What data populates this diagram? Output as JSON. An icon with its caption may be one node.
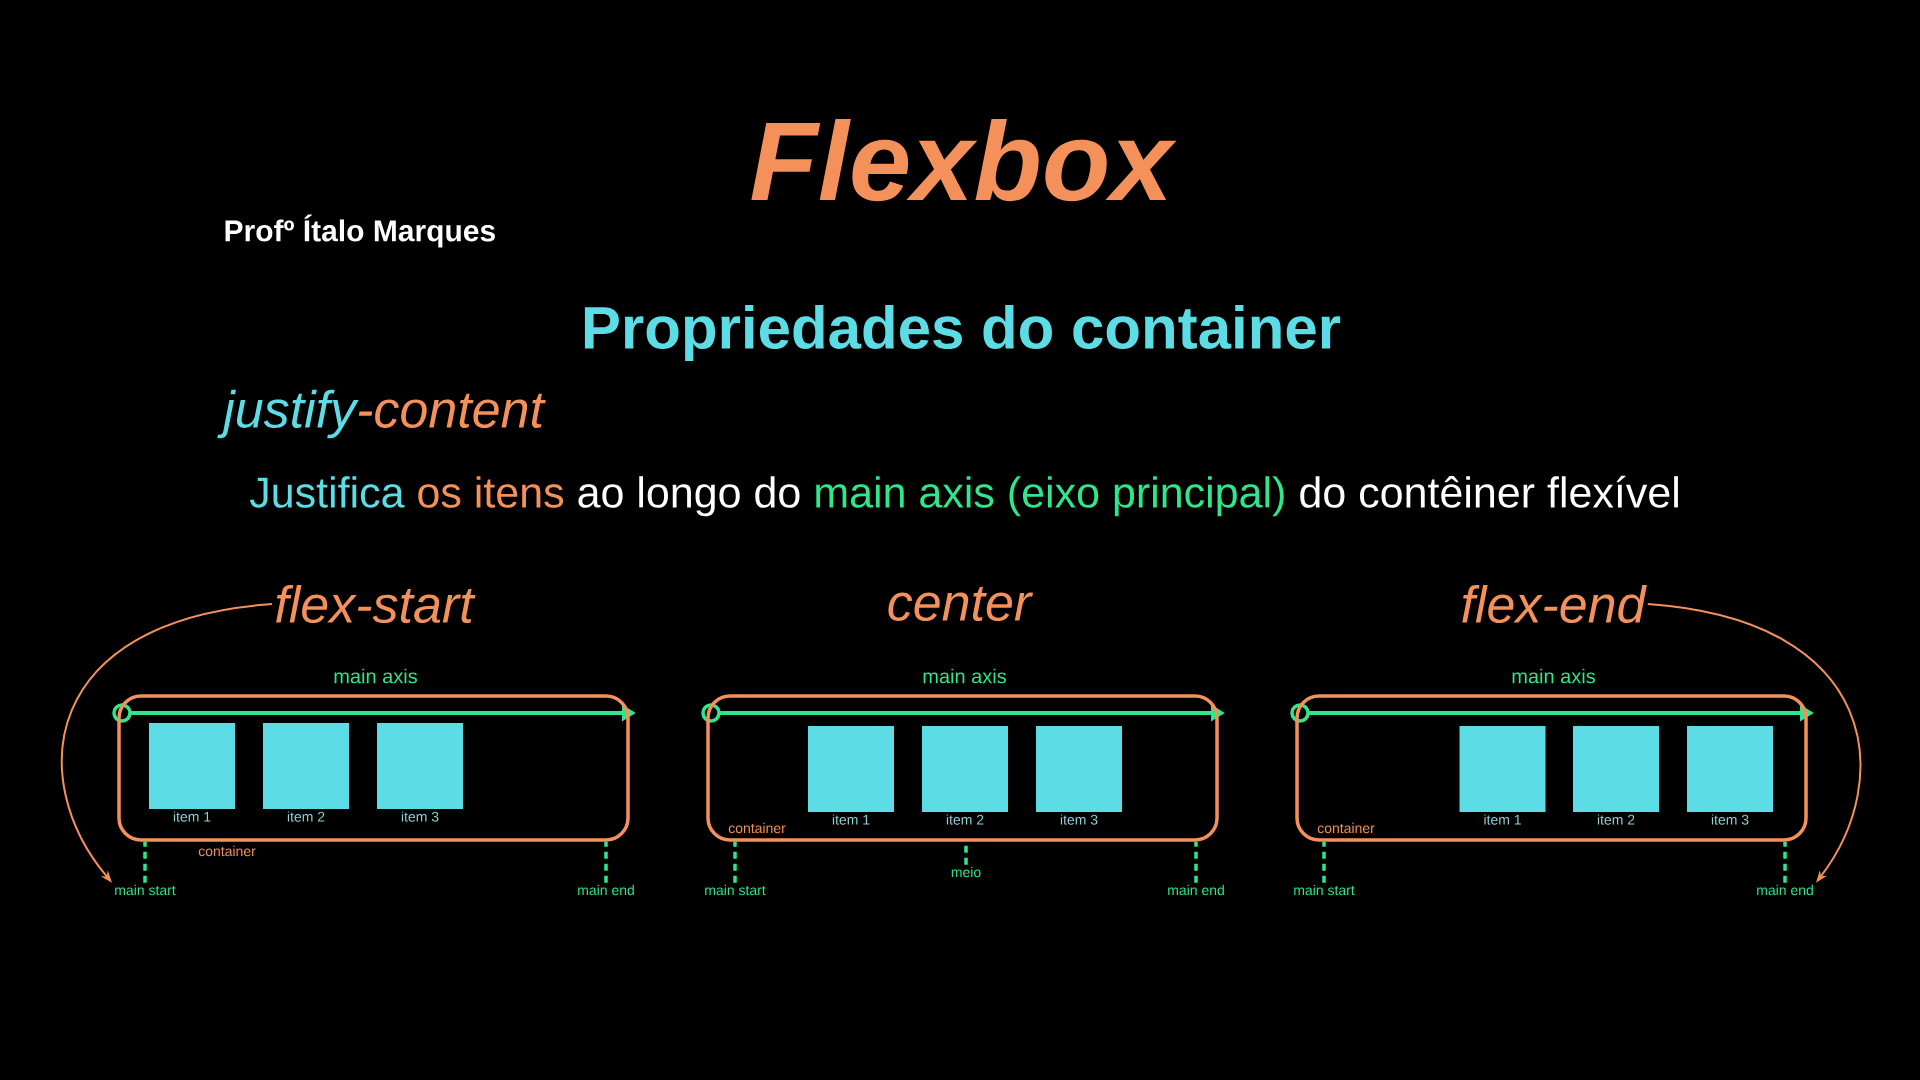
{
  "diagram": {
    "title": "Flexbox",
    "nodes": [
      {
        "text": [
          "flex-start"
        ]
      },
      {
        "text": [
          "container"
        ]
      },
      {
        "text": [
          "item 1"
        ],
        "in": 1
      },
      {
        "text": [
          "item 2"
        ],
        "in": 1
      },
      {
        "text": [
          "item 3"
        ],
        "in": 1
      },
      {
        "text": [
          "main start"
        ]
      },
      {
        "text": [
          "main end"
        ]
      },
      {
        "text": [
          "container"
        ]
      },
      {
        "text": [
          "item 1"
        ],
        "in": 7
      },
      {
        "text": [
          "item 2"
        ],
        "in": 7
      },
      {
        "text": [
          "item 3"
        ],
        "in": 7
      },
      {
        "text": [
          "main start"
        ]
      },
      {
        "text": [
          "meio"
        ]
      },
      {
        "text": [
          "main end"
        ]
      },
      {
        "text": [
          "flex-end"
        ]
      },
      {
        "text": [
          "container"
        ]
      },
      {
        "text": [
          "item 1"
        ],
        "in": 15
      },
      {
        "text": [
          "item 2"
        ],
        "in": 15
      },
      {
        "text": [
          "item 3"
        ],
        "in": 15
      },
      {
        "text": [
          "main start"
        ]
      },
      {
        "text": [
          "main end"
        ]
      }
    ],
    "edges": [
      {
        "from": 0,
        "to": 5,
        "arrow": "to",
        "color": "#f4915b"
      },
      {
        "from": 5,
        "to": 1,
        "arrow": "none",
        "style": "dashed"
      },
      {
        "from": 6,
        "to": 1,
        "arrow": "none",
        "style": "dashed"
      },
      {
        "from": 11,
        "to": 7,
        "arrow": "none",
        "style": "dashed"
      },
      {
        "from": 12,
        "to": 7,
        "arrow": "none",
        "style": "dashed"
      },
      {
        "from": 13,
        "to": 7,
        "arrow": "none",
        "style": "dashed"
      },
      {
        "from": 14,
        "to": 20,
        "arrow": "to",
        "color": "#f4915b"
      },
      {
        "from": 19,
        "to": 15,
        "arrow": "none",
        "style": "dashed"
      },
      {
        "from": 20,
        "to": 15,
        "arrow": "none",
        "style": "dashed"
      }
    ],
    "labels": [
      "Profº Ítalo Marques",
      "Propriedades do container",
      "justify",
      "-content",
      "Justifica",
      "os itens",
      "ao longo do",
      "main axis (eixo principal)",
      "do contêiner flexível",
      "center",
      "main axis",
      "main axis",
      "main axis"
    ]
  }
}
